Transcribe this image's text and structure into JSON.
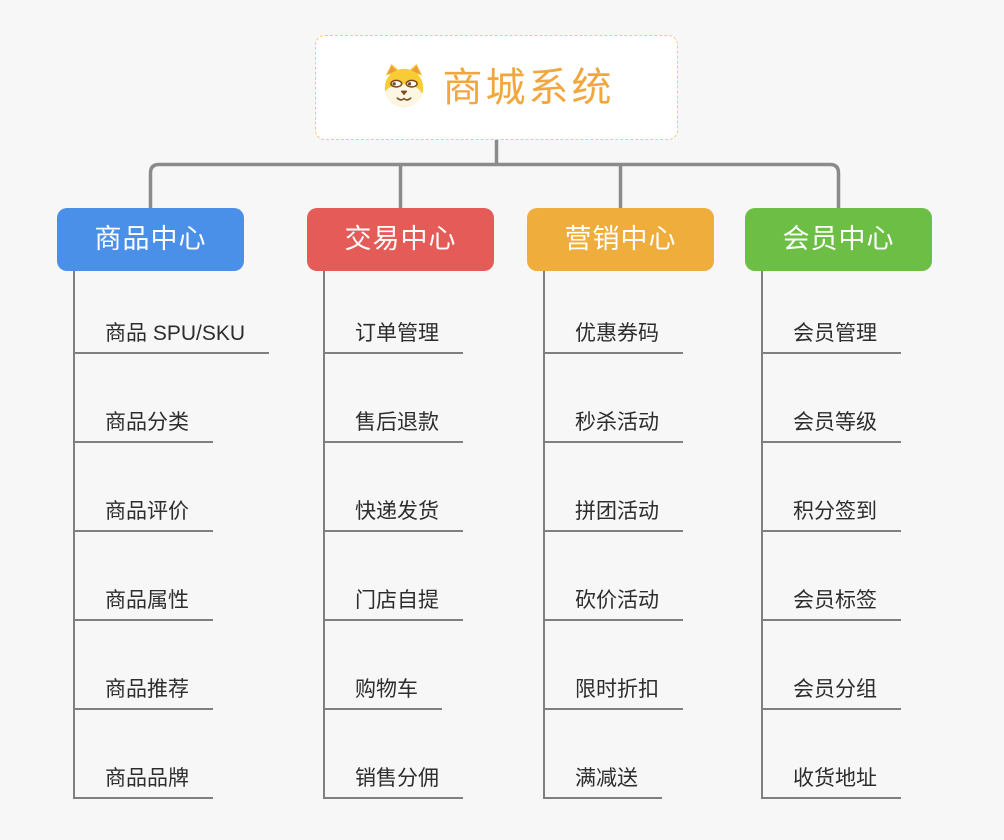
{
  "root": {
    "title": "商城系统",
    "icon": "shiba-dog"
  },
  "colors": {
    "background": "#f7f7f7",
    "root_accent": "#f2a73e",
    "root_border": "#f5c878",
    "connector": "#8b8b8b",
    "sub_line": "#7f7f7f",
    "item_text": "#2d2d2d"
  },
  "branches": [
    {
      "label": "商品中心",
      "color": "#4a90e8",
      "items": [
        "商品 SPU/SKU",
        "商品分类",
        "商品评价",
        "商品属性",
        "商品推荐",
        "商品品牌"
      ]
    },
    {
      "label": "交易中心",
      "color": "#e55b58",
      "items": [
        "订单管理",
        "售后退款",
        "快递发货",
        "门店自提",
        "购物车",
        "销售分佣"
      ]
    },
    {
      "label": "营销中心",
      "color": "#efae3c",
      "items": [
        "优惠券码",
        "秒杀活动",
        "拼团活动",
        "砍价活动",
        "限时折扣",
        "满减送"
      ]
    },
    {
      "label": "会员中心",
      "color": "#6cbe45",
      "items": [
        "会员管理",
        "会员等级",
        "积分签到",
        "会员标签",
        "会员分组",
        "收货地址"
      ]
    }
  ]
}
